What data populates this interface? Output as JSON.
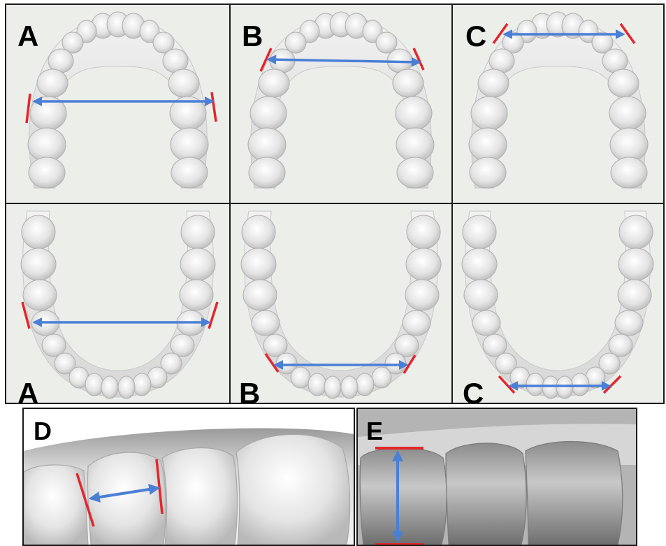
{
  "panels": {
    "upper_a": {
      "label": "A"
    },
    "upper_b": {
      "label": "B"
    },
    "upper_c": {
      "label": "C"
    },
    "lower_a": {
      "label": "A"
    },
    "lower_b": {
      "label": "B"
    },
    "lower_c": {
      "label": "C"
    },
    "detail_d": {
      "label": "D"
    },
    "detail_e": {
      "label": "E"
    }
  },
  "colors": {
    "measurement_arrow": "#4a7fd6",
    "boundary_mark": "#e3262a",
    "panel_border": "#1a1a1a",
    "tooth_fill": "#e6e6e6",
    "background": "#eceeea"
  }
}
